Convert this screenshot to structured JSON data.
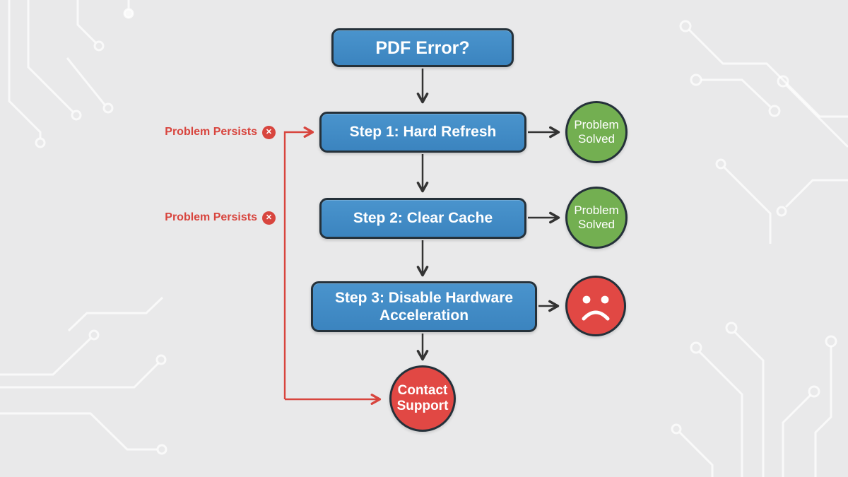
{
  "colors": {
    "background": "#e9e9ea",
    "box_blue": "#3e89c4",
    "node_border": "#25313a",
    "solved_green": "#73af51",
    "fail_red": "#e14844",
    "persists_red": "#d8453e",
    "arrow_dark": "#333333",
    "circuit_trace": "#ffffff"
  },
  "nodes": {
    "start": {
      "label": "PDF Error?"
    },
    "step1": {
      "label": "Step 1: Hard Refresh"
    },
    "step2": {
      "label": "Step 2: Clear Cache"
    },
    "step3": {
      "line1": "Step 3: Disable Hardware",
      "line2": "Acceleration"
    },
    "solved1": {
      "line1": "Problem",
      "line2": "Solved"
    },
    "solved2": {
      "line1": "Problem",
      "line2": "Solved"
    },
    "contact": {
      "line1": "Contact",
      "line2": "Support"
    }
  },
  "edges": {
    "persists1": {
      "label": "Problem Persists"
    },
    "persists2": {
      "label": "Problem Persists"
    }
  },
  "icons": {
    "dismiss_glyph": "✕",
    "sad_face": "frowning-face"
  }
}
